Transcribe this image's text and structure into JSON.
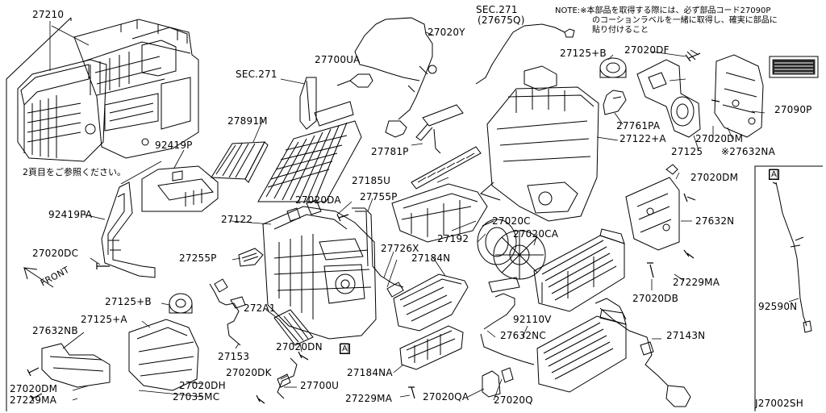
{
  "diagram_code": "J27002SH",
  "note_lines": [
    "NOTE:※本部品を取得する際には、必ず部品コード27090P",
    "のコーションラベルを一緒に取得し、確実に部品に",
    "貼り付けること"
  ],
  "page2_note": "2頁目をご参照ください。",
  "front_label": "FRONT",
  "section_refs": [
    "SEC.271",
    "SEC.271",
    "(27675Q)"
  ],
  "callout_a": "A",
  "parts": {
    "p27210": "27210",
    "p27020Y": "27020Y",
    "p27700UA": "27700UA",
    "p27125B_top": "27125+B",
    "p27020DF": "27020DF",
    "p27891M": "27891M",
    "p27090P": "27090P",
    "p92419P": "92419P",
    "p27761PA": "27761PA",
    "p27020DM_top": "27020DM",
    "p27781P": "27781P",
    "p27122A": "27122+A",
    "p27125": "27125",
    "p27632NA": "※27632NA",
    "p27185U": "27185U",
    "p27020DM_mid": "27020DM",
    "p27020DA": "27020DA",
    "p27755P": "27755P",
    "p92419PA": "92419PA",
    "p27122": "27122",
    "p27192": "27192",
    "p27020C": "27020C",
    "p27632N": "27632N",
    "p27020CA": "27020CA",
    "p27726X": "27726X",
    "p27255P": "27255P",
    "p27184N": "27184N",
    "p27020DC": "27020DC",
    "p27229MA_r": "27229MA",
    "p27020DB": "27020DB",
    "p27125B_low": "27125+B",
    "p272A1": "272A1",
    "p27125A": "27125+A",
    "p92110V": "92110V",
    "p27143N": "27143N",
    "p92590N": "92590N",
    "p27632NB": "27632NB",
    "p27632NC": "27632NC",
    "p27020DN": "27020DN",
    "p27153": "27153",
    "p27184NA": "27184NA",
    "p27020DK": "27020DK",
    "p27020DM_bl": "27020DM",
    "p27020DH": "27020DH",
    "p27700U": "27700U",
    "p27229MA_bl": "27229MA",
    "p27035MC": "27035MC",
    "p27229MA_b": "27229MA",
    "p27020QA": "27020QA",
    "p27020Q": "27020Q"
  }
}
